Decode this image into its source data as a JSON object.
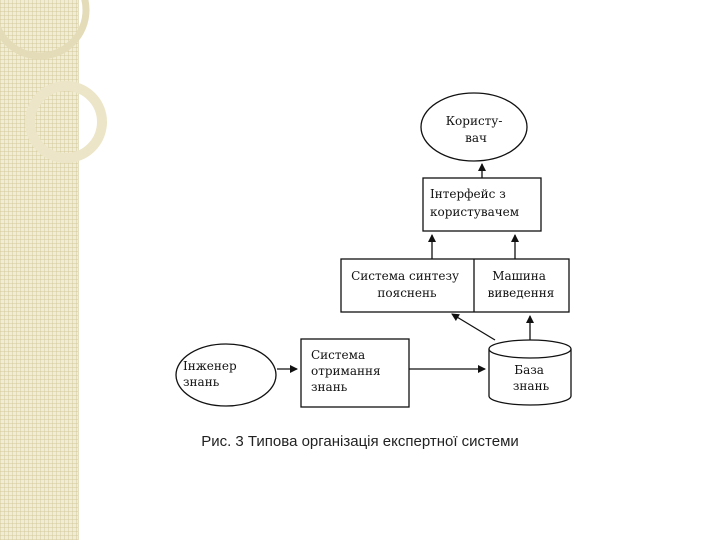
{
  "diagram": {
    "nodes": {
      "user": {
        "lines": [
          "Користу-",
          "вач"
        ]
      },
      "interface": {
        "lines": [
          "Інтерфейс з",
          "користувачем"
        ]
      },
      "explanation": {
        "lines": [
          "Система синтезу",
          "пояснень"
        ]
      },
      "inference": {
        "lines": [
          "Машина",
          "виведення"
        ]
      },
      "engineer": {
        "lines": [
          "Інженер",
          "знань"
        ]
      },
      "acquisition": {
        "lines": [
          "Система",
          "отримання",
          "знань"
        ]
      },
      "knowledge_base": {
        "lines": [
          "База",
          "знань"
        ]
      }
    },
    "caption": "Рис. 3 Типова організація експертної системи"
  },
  "colors": {
    "ink": "#111111",
    "side_band": "#f1edd4",
    "decor_ring": "#e4dcb8"
  }
}
